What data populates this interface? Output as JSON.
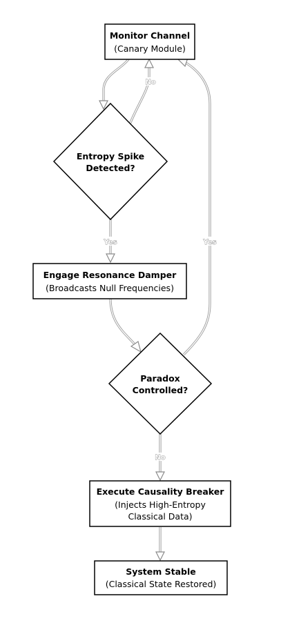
{
  "nodes": {
    "monitor_channel": {
      "title": "Monitor Channel",
      "subtitle": "(Canary Module)"
    },
    "entropy_spike": {
      "line1": "Entropy Spike",
      "line2": "Detected?"
    },
    "engage_damper": {
      "title": "Engage Resonance Damper",
      "subtitle": "(Broadcasts Null Frequencies)"
    },
    "paradox_controlled": {
      "line1": "Paradox",
      "line2": "Controlled?"
    },
    "execute_breaker": {
      "title": "Execute Causality Breaker",
      "subtitle1": "(Injects High-Entropy",
      "subtitle2": "Classical Data)"
    },
    "system_stable": {
      "title": "System Stable",
      "subtitle": "(Classical State Restored)"
    }
  },
  "edges": {
    "spike_no": "No",
    "spike_yes": "Yes",
    "paradox_yes": "Yes",
    "paradox_no": "No"
  }
}
